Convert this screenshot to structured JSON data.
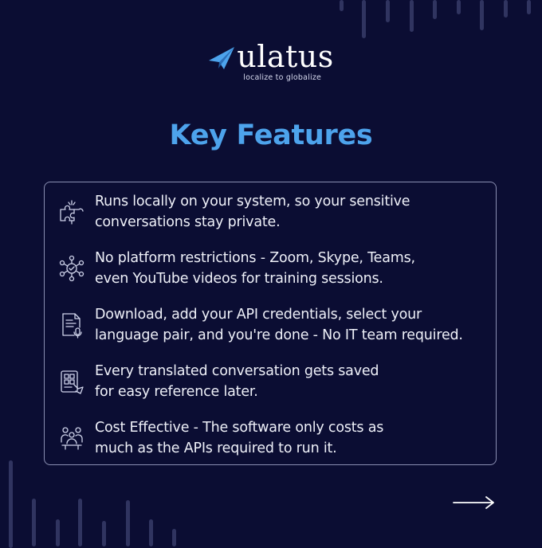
{
  "brand": {
    "name": "ulatus",
    "tagline": "localize to globalize",
    "icon": "paper-plane-logo-icon"
  },
  "title": "Key Features",
  "features": [
    {
      "icon": "puzzle-icon",
      "lines": [
        "Runs locally on your system, so your sensitive",
        "conversations stay private."
      ]
    },
    {
      "icon": "network-icon",
      "lines": [
        "No platform restrictions - Zoom, Skype, Teams,",
        "even YouTube videos for training sessions."
      ]
    },
    {
      "icon": "document-microphone-icon",
      "lines": [
        "Download, add your API credentials, select your",
        "language pair, and you're done - No IT team required."
      ]
    },
    {
      "icon": "saved-conversation-icon",
      "lines": [
        "Every translated conversation gets saved",
        "for easy reference later."
      ]
    },
    {
      "icon": "team-meeting-icon",
      "lines": [
        "Cost Effective - The software only costs as",
        "much as the APIs required to run it."
      ]
    }
  ],
  "navigation": {
    "next_icon": "arrow-right-icon"
  },
  "colors": {
    "background": "#0b0d33",
    "accent": "#4da3ec",
    "text": "#eef0f8",
    "card_border": "#8a8fb2",
    "decor_bars": "#3d4270"
  }
}
